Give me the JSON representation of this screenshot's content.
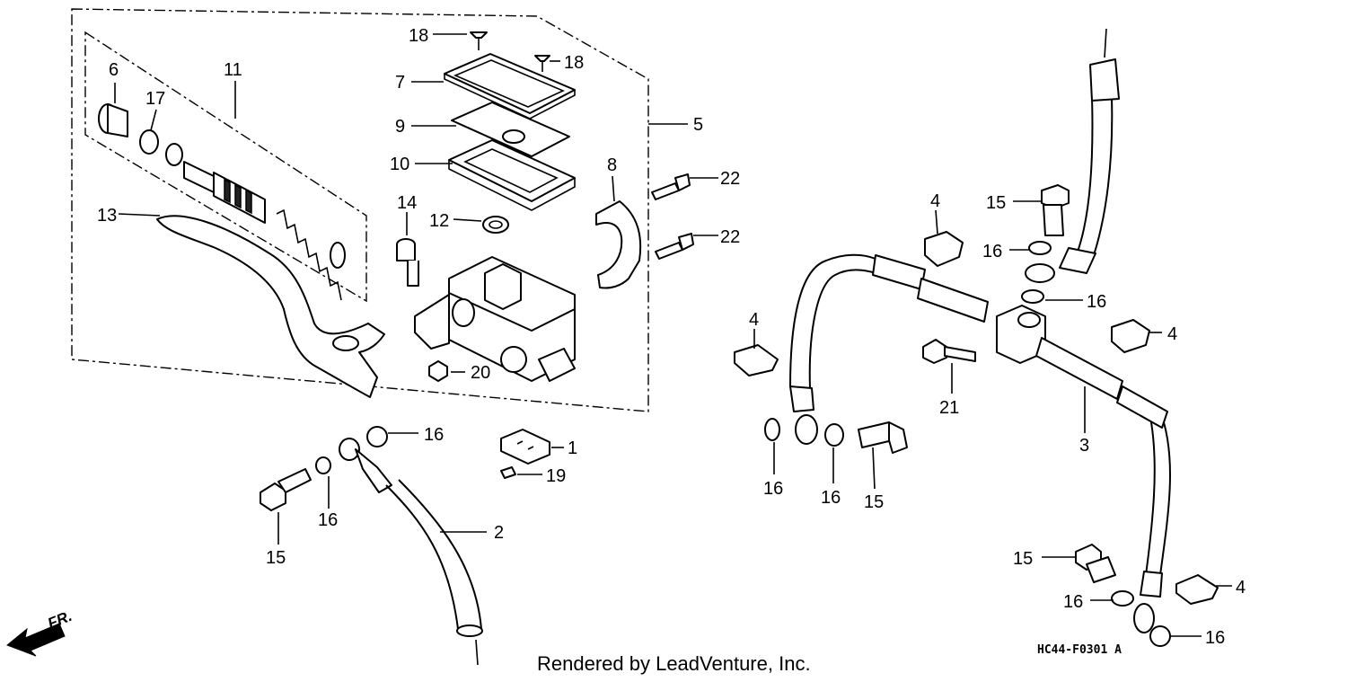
{
  "callouts": {
    "c1": "1",
    "c2": "2",
    "c3": "3",
    "c4a": "4",
    "c4b": "4",
    "c4c": "4",
    "c4d": "4",
    "c5": "5",
    "c6": "6",
    "c7": "7",
    "c8": "8",
    "c9": "9",
    "c10": "10",
    "c11": "11",
    "c12": "12",
    "c13": "13",
    "c14": "14",
    "c15a": "15",
    "c15b": "15",
    "c15c": "15",
    "c15d": "15",
    "c16a": "16",
    "c16b": "16",
    "c16c": "16",
    "c16d": "16",
    "c16e": "16",
    "c16f": "16",
    "c16g": "16",
    "c16h": "16",
    "c17": "17",
    "c18a": "18",
    "c18b": "18",
    "c19": "19",
    "c20": "20",
    "c21": "21",
    "c22a": "22",
    "c22b": "22"
  },
  "direction_label": "FR.",
  "credit": "Rendered by LeadVenture, Inc.",
  "diagram_code": "HC44-F0301 A"
}
